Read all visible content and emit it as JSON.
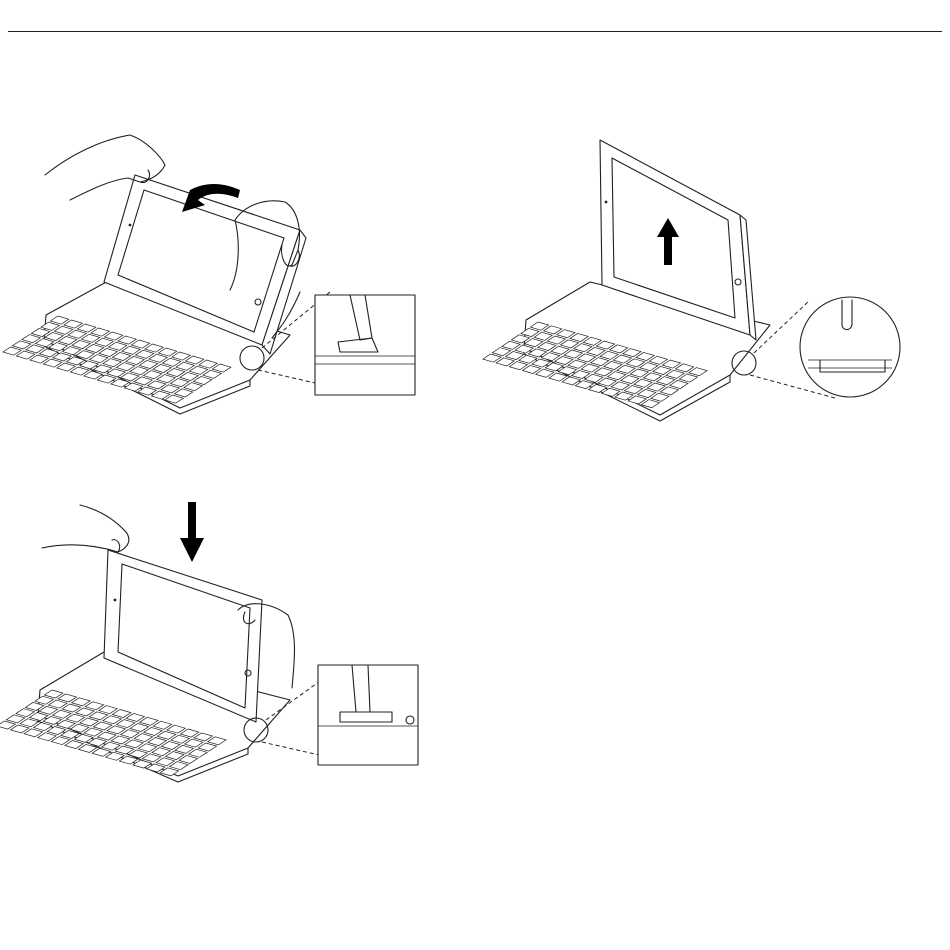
{
  "document": {
    "figures": [
      {
        "id": "fig-remove-tilt",
        "arrow_icon": "curved-arrow-tilt-back",
        "detail_icon": "magnified-hinge-detail"
      },
      {
        "id": "fig-remove-lift",
        "arrow_icon": "arrow-up",
        "detail_icon": "magnified-hinge-detail"
      },
      {
        "id": "fig-insert",
        "arrow_icon": "arrow-down",
        "detail_icon": "magnified-hinge-detail"
      }
    ]
  },
  "colors": {
    "line": "#231f20",
    "arrow": "#000000",
    "background": "#ffffff"
  }
}
